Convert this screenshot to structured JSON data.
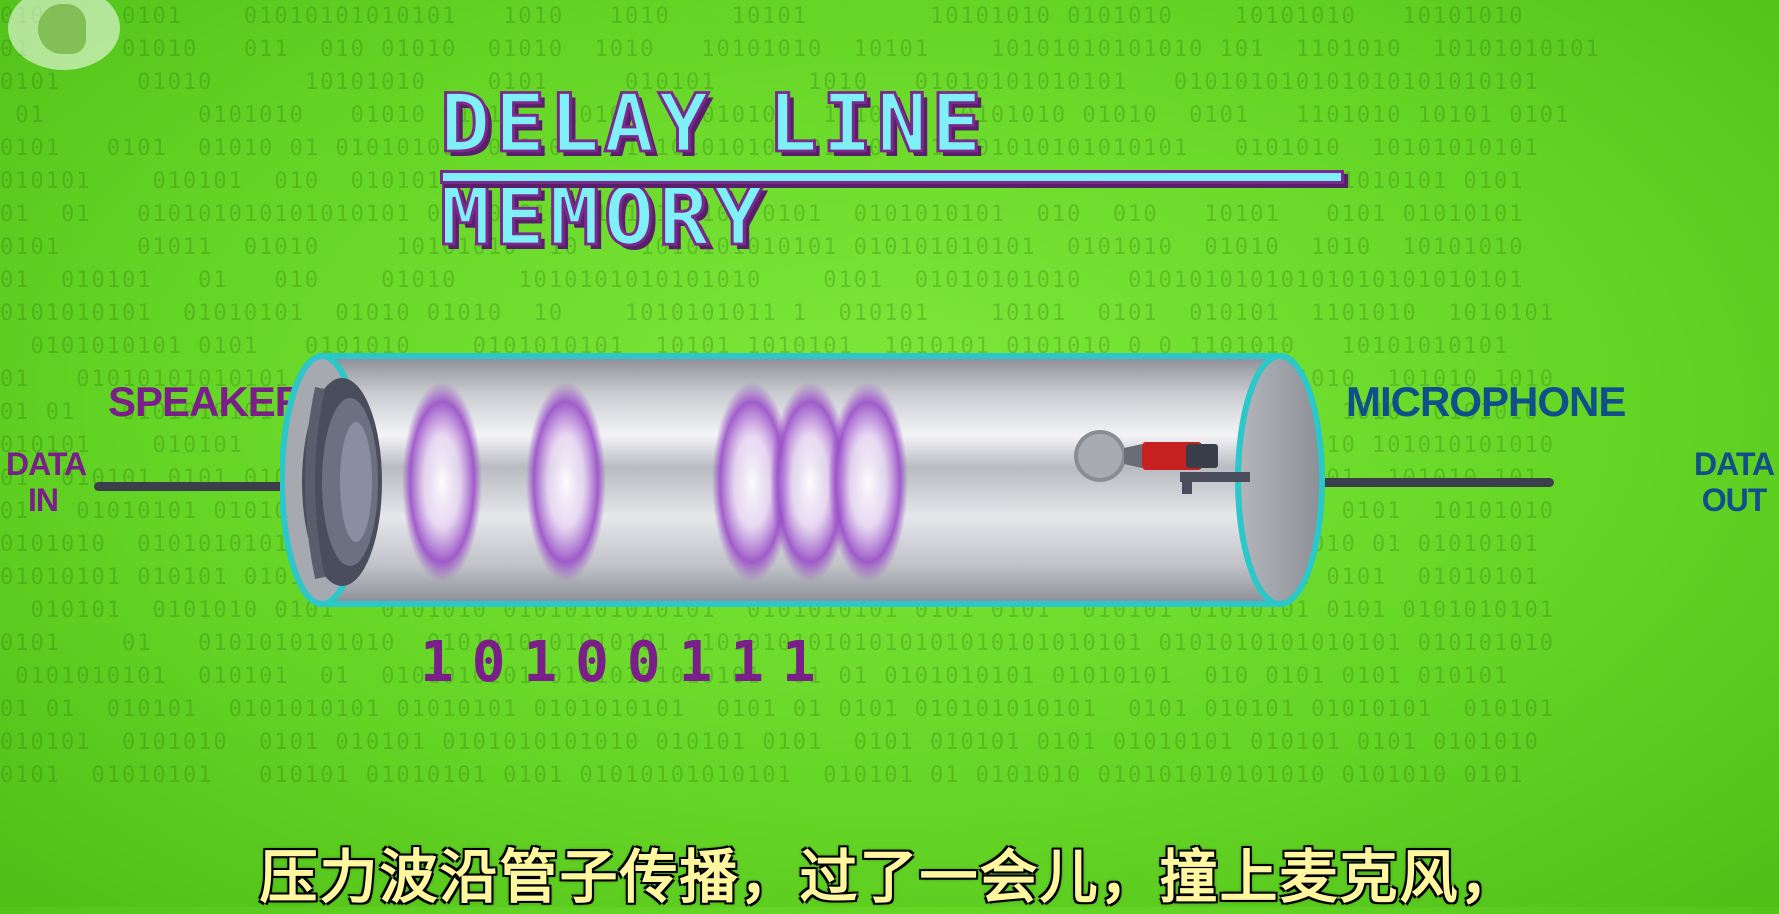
{
  "title": "DELAY LINE MEMORY",
  "labels": {
    "speaker": "SPEAKER",
    "microphone": "MICROPHONE",
    "data_in_1": "DATA",
    "data_in_2": "IN",
    "data_out_1": "DATA",
    "data_out_2": "OUT"
  },
  "bits": "10100111",
  "subtitle": "压力波沿管子传播，过了一会儿，撞上麦克风，",
  "colors": {
    "background": "#66d626",
    "title_fill": "#7ff0f5",
    "title_outline": "#7a2a8c",
    "speaker_purple": "#7a1f8a",
    "mic_blue": "#0f4f8a",
    "wave_purple": "#9a4fc8"
  },
  "icons": [
    "pbs-logo-icon",
    "speaker-icon",
    "microphone-icon"
  ]
}
